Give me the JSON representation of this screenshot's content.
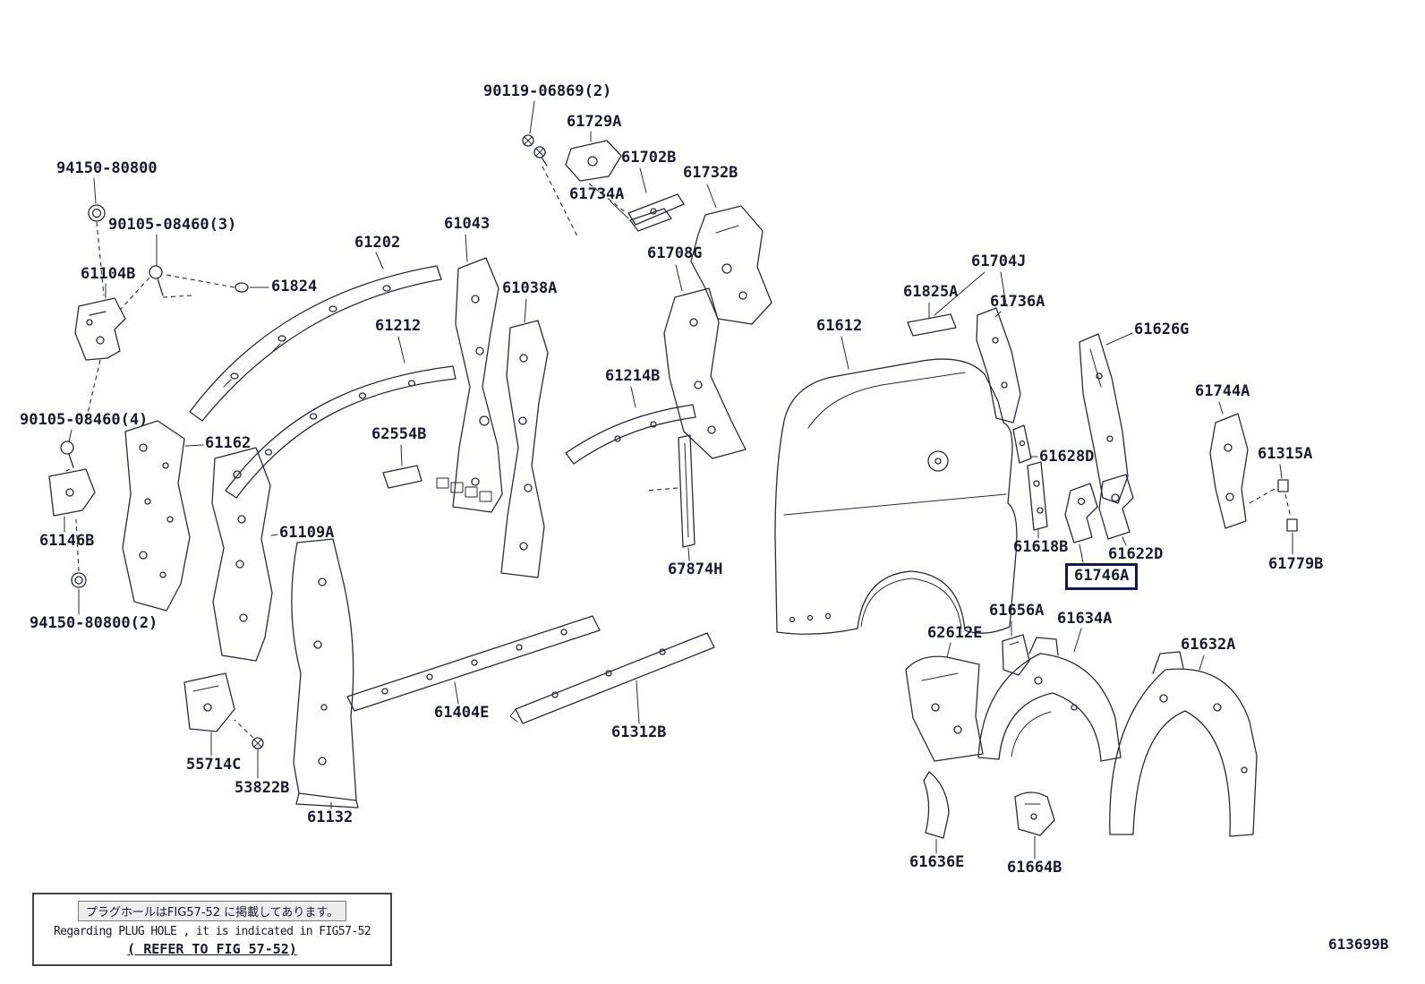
{
  "colors": {
    "line_color": "#2a2a3e",
    "text_color": "#1a1a2e",
    "highlight_border": "#14145a"
  },
  "selected_part": "61746A",
  "doc_number": "613699B",
  "note_box": {
    "line_jp": "プラグホールはFIG57-52 に掲載してあります。",
    "line_en": "Regarding PLUG HOLE , it is indicated in FIG57-52",
    "line_ref": "( REFER TO FIG 57-52)"
  },
  "labels": {
    "b90119": "90119-06869(2)",
    "l61729a": "61729A",
    "l61702b": "61702B",
    "l61732b": "61732B",
    "b94150_1": "94150-80800",
    "b90105_3": "90105-08460(3)",
    "l61104b": "61104B",
    "l61824": "61824",
    "l61202": "61202",
    "l61043": "61043",
    "l61734a": "61734A",
    "l61708g": "61708G",
    "l61038a": "61038A",
    "l61212": "61212",
    "l61214b": "61214B",
    "l61612": "61612",
    "l61825a": "61825A",
    "l61704j": "61704J",
    "l61736a": "61736A",
    "l61626g": "61626G",
    "l61744a": "61744A",
    "b90105_4": "90105-08460(4)",
    "l61162": "61162",
    "l62554b": "62554B",
    "l61628d": "61628D",
    "l61315a": "61315A",
    "l61146b": "61146B",
    "l61109a": "61109A",
    "l67874h": "67874H",
    "l61618b": "61618B",
    "l61622d": "61622D",
    "l61746a": "61746A",
    "l61779b": "61779B",
    "b94150_2": "94150-80800(2)",
    "l61656a": "61656A",
    "l61634a": "61634A",
    "l62612e": "62612E",
    "l61632a": "61632A",
    "l61404e": "61404E",
    "l61312b": "61312B",
    "l55714c": "55714C",
    "l53822b": "53822B",
    "l61132": "61132",
    "l61636e": "61636E",
    "l61664b": "61664B"
  }
}
